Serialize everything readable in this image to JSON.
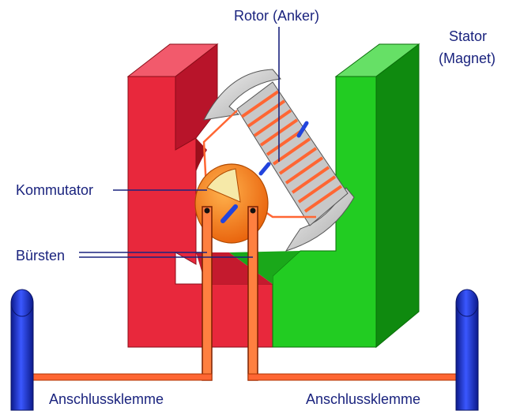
{
  "labels": {
    "rotor": "Rotor (Anker)",
    "stator_line1": "Stator",
    "stator_line2": "(Magnet)",
    "commutator": "Kommutator",
    "brushes": "Bürsten",
    "terminal_left": "Anschlussklemme",
    "terminal_right": "Anschlussklemme"
  },
  "colors": {
    "stator_red_front": "#e8283c",
    "stator_red_top": "#f25a6c",
    "stator_red_dark": "#a0101e",
    "stator_green_front": "#22cc22",
    "stator_green_top": "#66e066",
    "stator_green_dark": "#0f8a0f",
    "rotor_gray": "#d6d6d6",
    "coil_orange": "#ff6633",
    "commutator_orange": "#ff8c1a",
    "terminal_blue": "#1a2fbf",
    "label_navy": "#1a237e"
  }
}
